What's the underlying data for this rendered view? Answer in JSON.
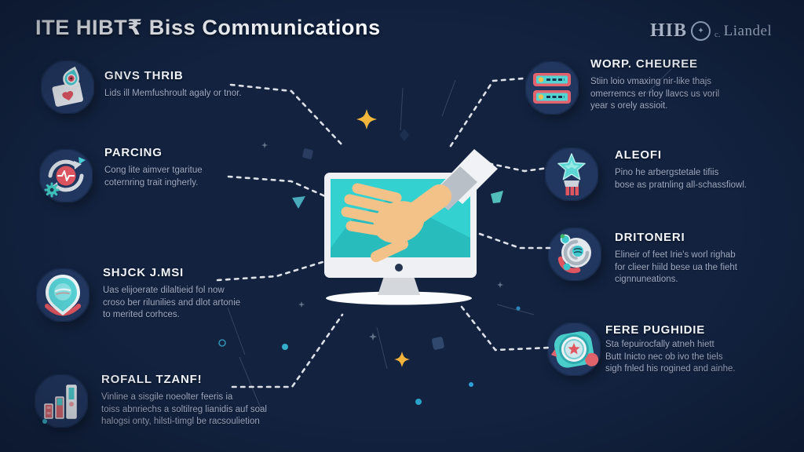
{
  "title": "ITE HIBT₹ Biss Communications",
  "logo": {
    "prefix": "HIB",
    "emblem_icon": "crest-circle-icon",
    "separator": "c.",
    "suffix": "Liandel"
  },
  "colors": {
    "background": "#12223f",
    "accent_teal": "#3fd0cf",
    "accent_red": "#df5560",
    "accent_yellow": "#f2b63c",
    "heading_text": "#f1f4fa",
    "body_text": "#9fa9c1",
    "connector": "#e8ecf2"
  },
  "center_illustration": {
    "name": "monitor-with-reaching-hand",
    "screen_color": "#33d1cf"
  },
  "left_items": [
    {
      "icon": "envelope-heart-icon",
      "title": "GNVS THRIB",
      "body": "Lids ill Memfushroult agaly or tnor."
    },
    {
      "icon": "sync-gear-icon",
      "title": "PARCING",
      "body": "Cong lite aimver tgaritue\ncoternring trait ingherly."
    },
    {
      "icon": "location-pin-icon",
      "title": "SHJCK J.MSI",
      "body": "Uas elijoerate dilaltieid fol now\ncroso ber rilunilies and dlot artonie\nto merited corhces."
    },
    {
      "icon": "bar-chart-icon",
      "title": "ROFALL TZANF!",
      "body": "Vinline a sisgile noeolter feeris ia\ntoiss abnriechs a soltilreg lianidis auf soal\nhalogsi onty, hilsti-timgl be racsoulietion"
    }
  ],
  "right_items": [
    {
      "icon": "banner-cards-icon",
      "title": "WORP. CHEUREE",
      "body": "Stiin loio vmaxing nir-like thajs\nomerremcs er rloy llavcs us voril\nyear s orely assioit."
    },
    {
      "icon": "star-pedestal-icon",
      "title": "ALEOFI",
      "body": "Pino he arbergstetale tifiis\nbose as pratnling all-schassfiowl."
    },
    {
      "icon": "swirl-shell-icon",
      "title": "DRITONERI",
      "body": "Elineir of feet Irie's worl righab\nfor clieer hiild bese ua the fieht\ncignnuneations."
    },
    {
      "icon": "rosette-badge-icon",
      "title": "FERE PUGHIDIE",
      "body": "Sta fepuirocfally atneh hiett\nButt Inicto nec ob ivo the tiels\nsigh fnled his rogined and ainhe."
    }
  ]
}
